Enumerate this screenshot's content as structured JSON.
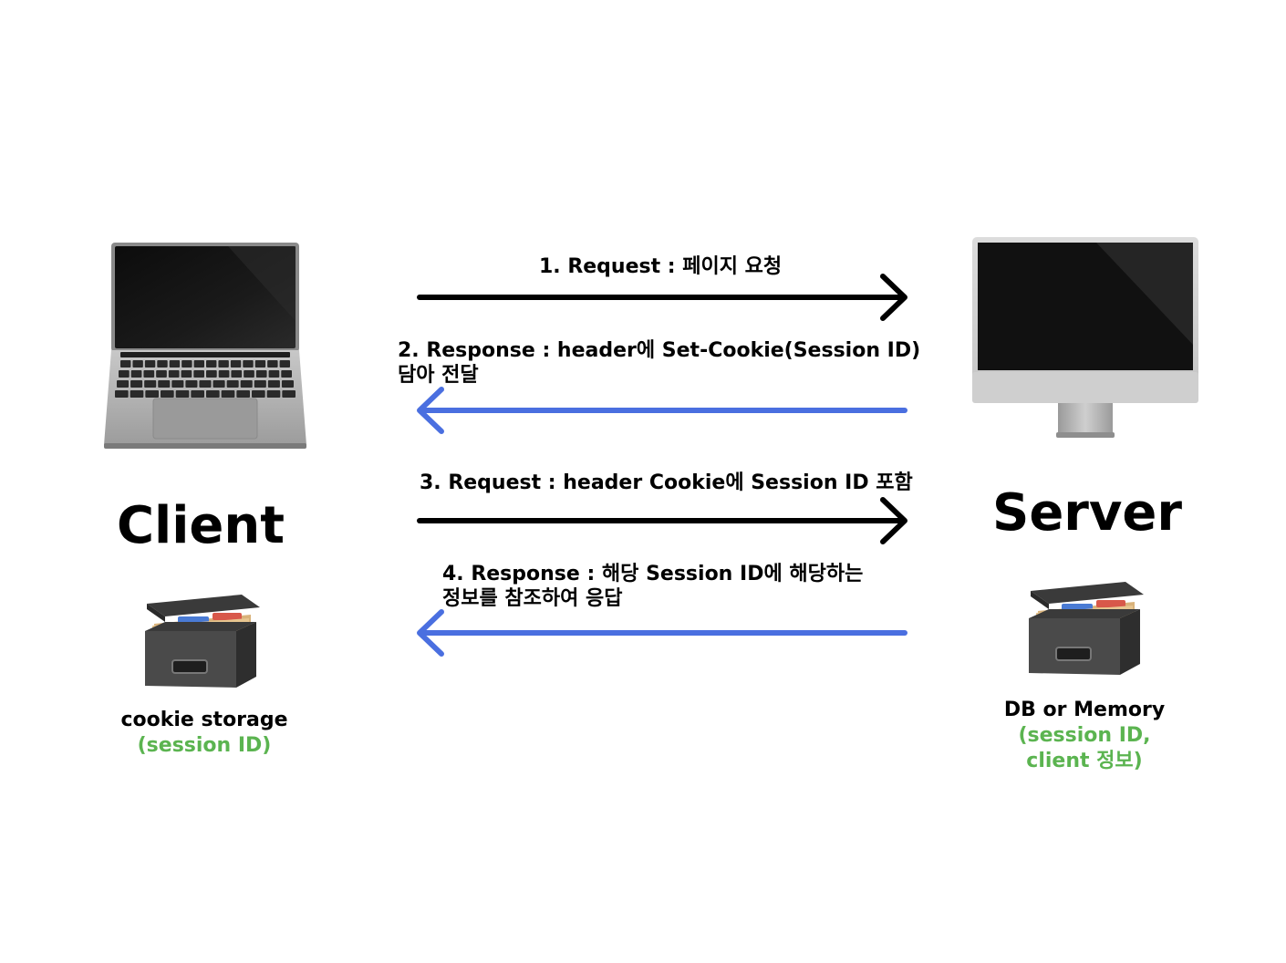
{
  "client": {
    "title": "Client",
    "storage_label": "cookie storage",
    "storage_detail": "(session ID)"
  },
  "server": {
    "title": "Server",
    "storage_label": "DB or Memory",
    "storage_detail_line1": "(session ID,",
    "storage_detail_line2": "client 정보)"
  },
  "messages": [
    {
      "lines": [
        "1. Request : 페이지 요청"
      ],
      "direction": "to-server",
      "color": "#000000"
    },
    {
      "lines": [
        "2. Response : header에 Set-Cookie(Session ID)",
        "담아 전달"
      ],
      "direction": "to-client",
      "color": "#4a6fe0"
    },
    {
      "lines": [
        "3. Request : header Cookie에 Session ID 포함"
      ],
      "direction": "to-server",
      "color": "#000000"
    },
    {
      "lines": [
        "4. Response : 해당 Session ID에 해당하는",
        "정보를 참조하여 응답"
      ],
      "direction": "to-client",
      "color": "#4a6fe0"
    }
  ],
  "colors": {
    "request_arrow": "#000000",
    "response_arrow": "#4a6fe0",
    "storage_detail": "#5bb450"
  },
  "icons": {
    "client_device": "laptop-icon",
    "server_device": "desktop-computer-icon",
    "storage": "card-file-box-icon"
  }
}
